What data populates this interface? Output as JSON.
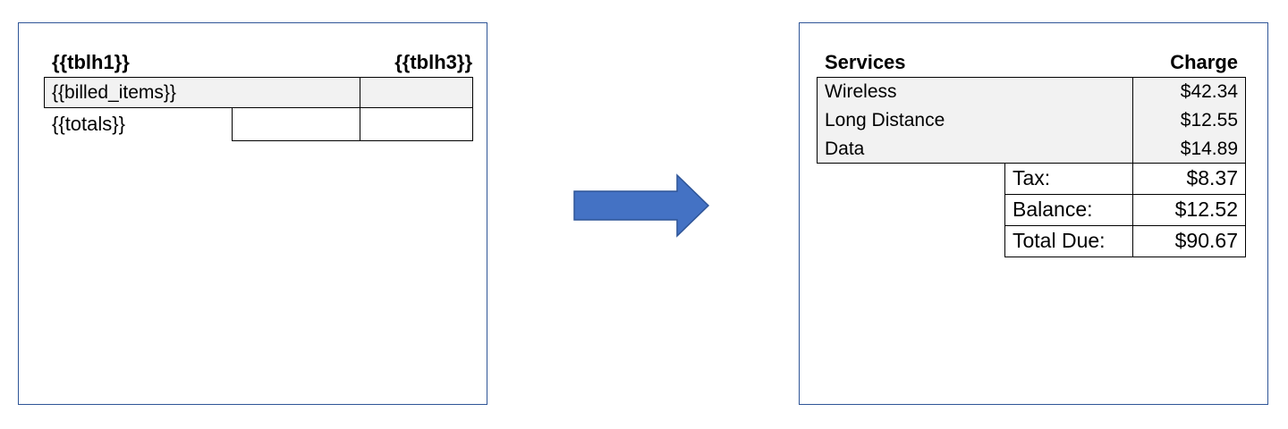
{
  "template": {
    "header_col1": "{{tblh1}}",
    "header_col3": "{{tblh3}}",
    "billed_items": "{{billed_items}}",
    "totals": "{{totals}}"
  },
  "output": {
    "header_services": "Services",
    "header_charge": "Charge",
    "items": [
      {
        "service": "Wireless",
        "charge": "$42.34"
      },
      {
        "service": "Long Distance",
        "charge": "$12.55"
      },
      {
        "service": "Data",
        "charge": "$14.89"
      }
    ],
    "totals": [
      {
        "label": "Tax:",
        "value": "$8.37"
      },
      {
        "label": "Balance:",
        "value": "$12.52"
      },
      {
        "label": "Total Due:",
        "value": "$90.67"
      }
    ]
  },
  "colors": {
    "panel_border": "#2f5597",
    "arrow_fill": "#4472c4",
    "arrow_stroke": "#2f5597",
    "row_shade": "#f2f2f2"
  },
  "icons": {
    "transform_arrow": "right-arrow-icon"
  }
}
